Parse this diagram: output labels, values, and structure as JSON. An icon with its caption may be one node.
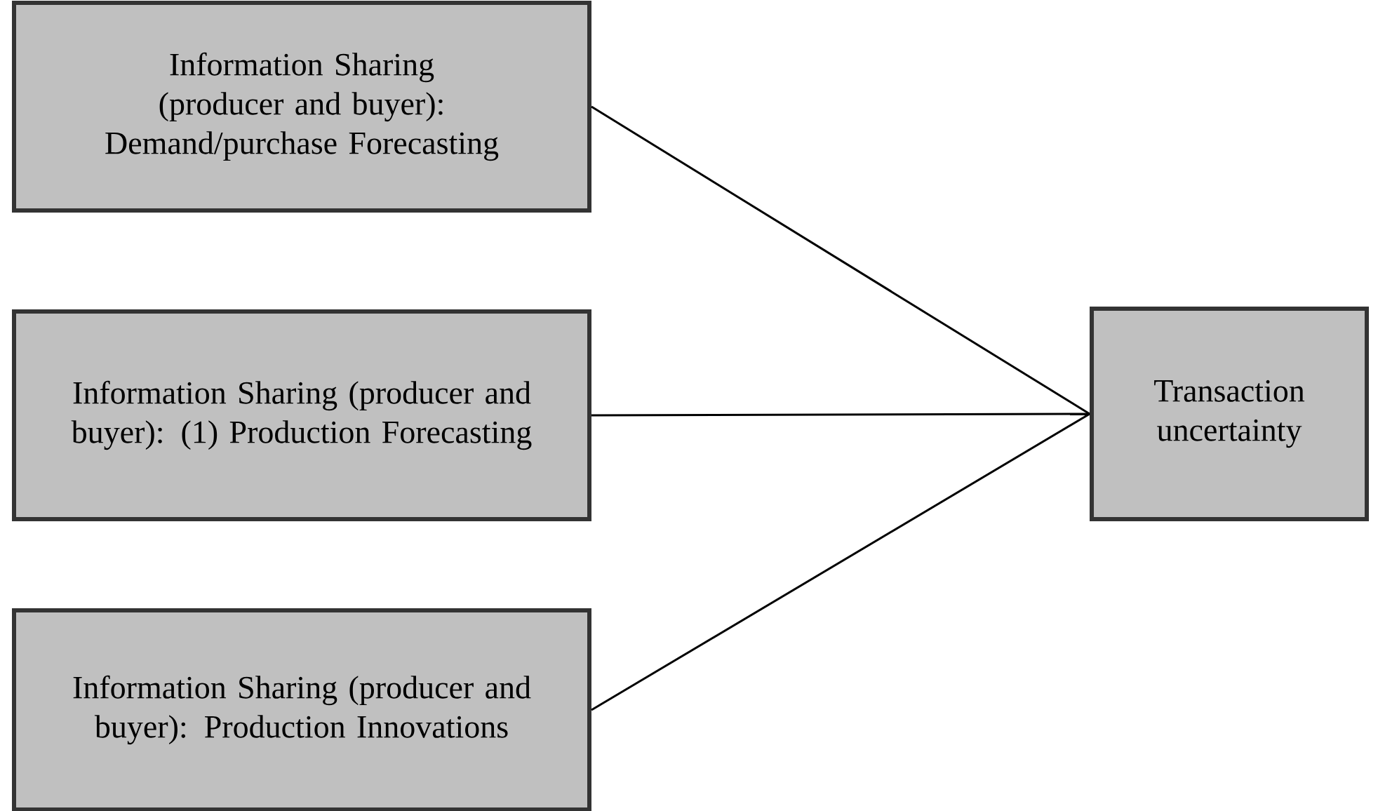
{
  "diagram": {
    "nodes": [
      {
        "text": [
          "Information Sharing (producer and buyer): Demand/purchase Forecasting"
        ]
      },
      {
        "text": [
          "Information Sharing (producer and buyer): (1) Production Forecasting"
        ]
      },
      {
        "text": [
          "Information Sharing (producer and buyer): Production Innovations"
        ]
      },
      {
        "text": [
          "Transaction uncertainty"
        ]
      }
    ],
    "edges": [
      {
        "from": 0,
        "to": 3,
        "arrow": "none"
      },
      {
        "from": 1,
        "to": 3,
        "arrow": "none"
      },
      {
        "from": 2,
        "to": 3,
        "arrow": "none"
      }
    ]
  }
}
